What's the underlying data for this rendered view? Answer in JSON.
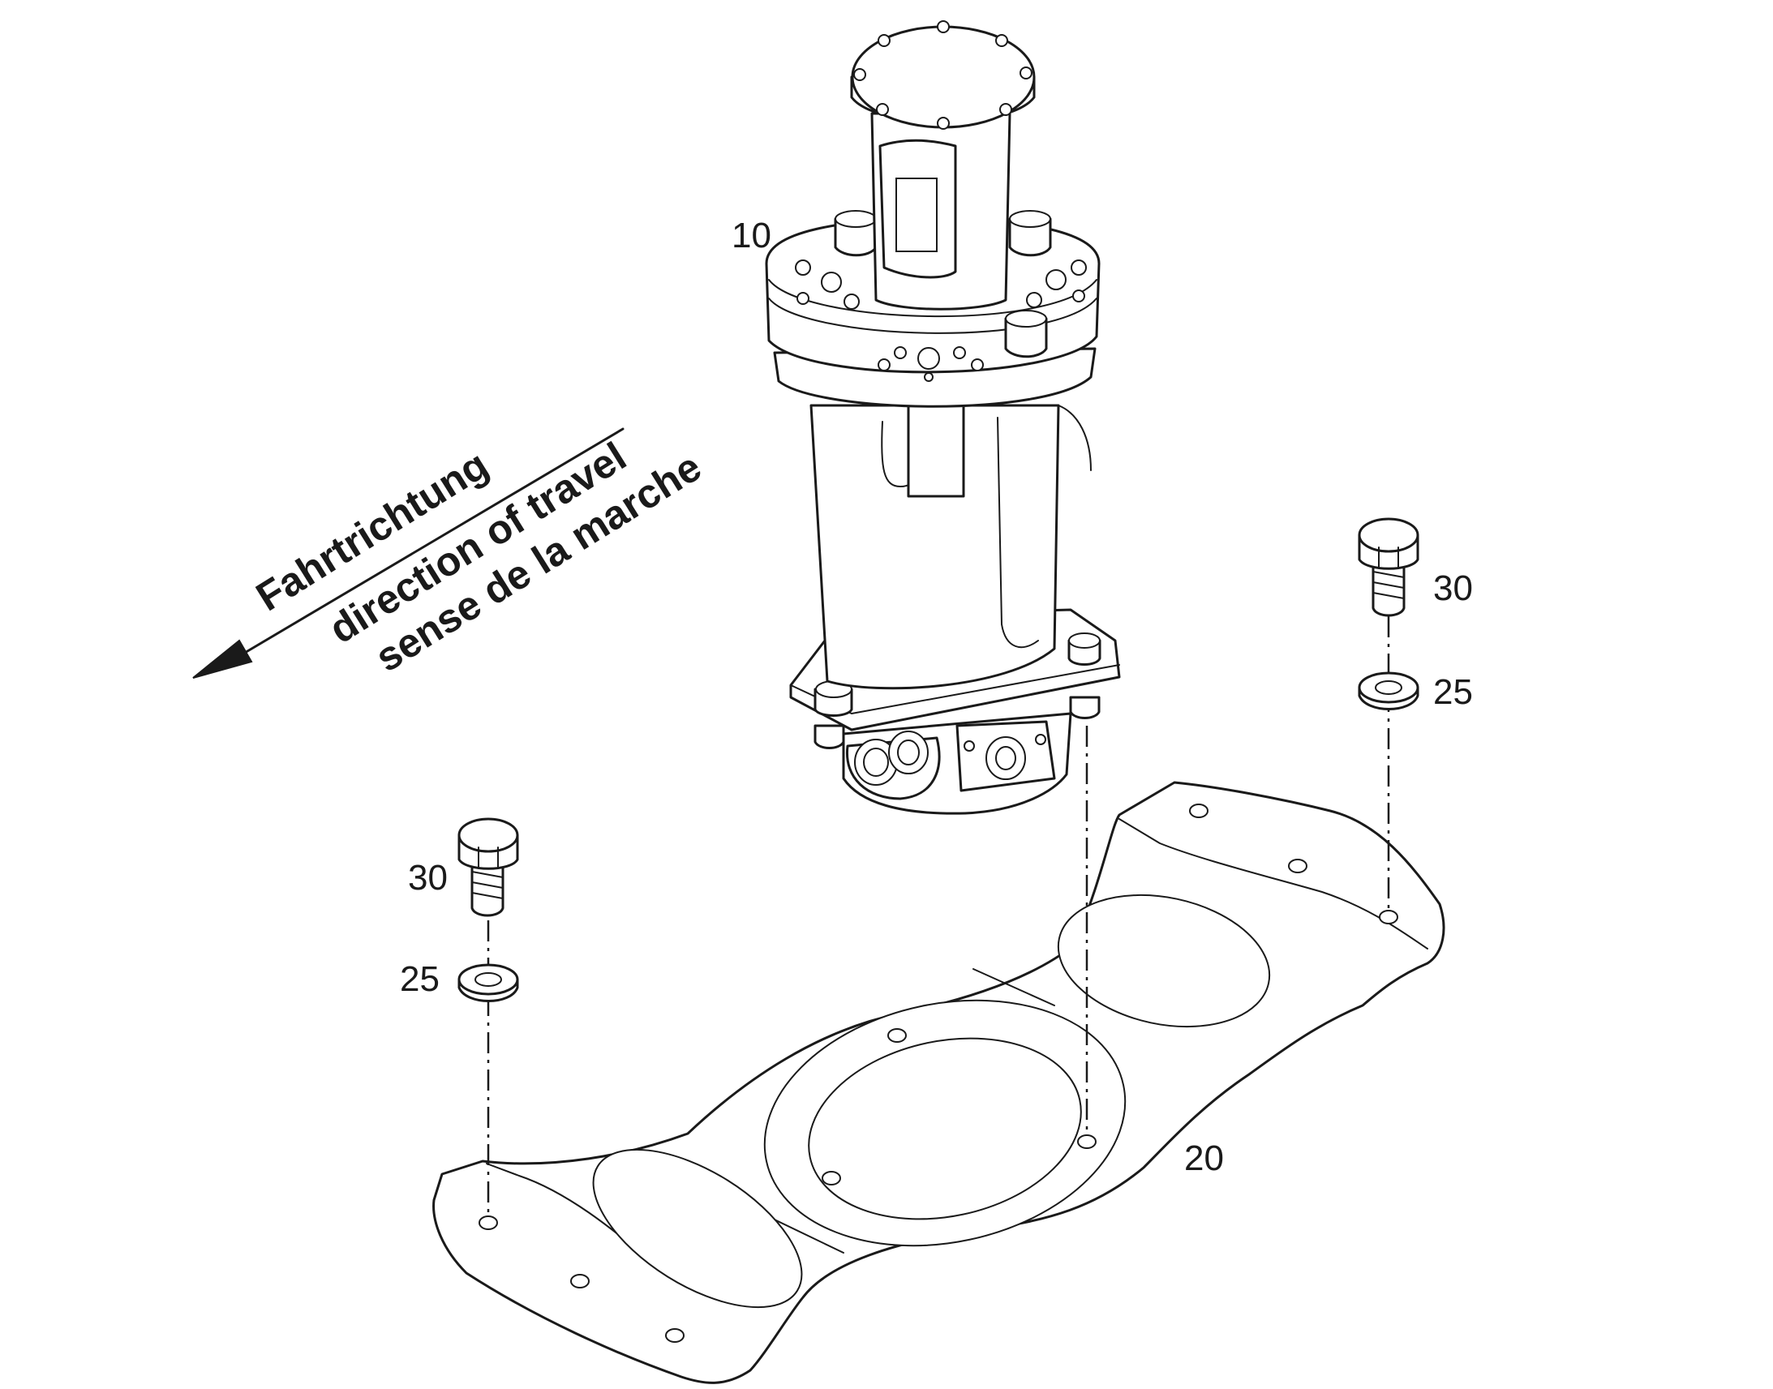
{
  "direction_labels": {
    "german": "Fahrtrichtung",
    "english": "direction of travel",
    "french": "sense de la marche"
  },
  "callouts": {
    "swivel_joint": "10",
    "mounting_plate": "20",
    "washer_left": "25",
    "washer_right": "25",
    "bolt_left": "30",
    "bolt_right": "30"
  },
  "colors": {
    "line": "#1a1a1a",
    "background": "#ffffff"
  }
}
